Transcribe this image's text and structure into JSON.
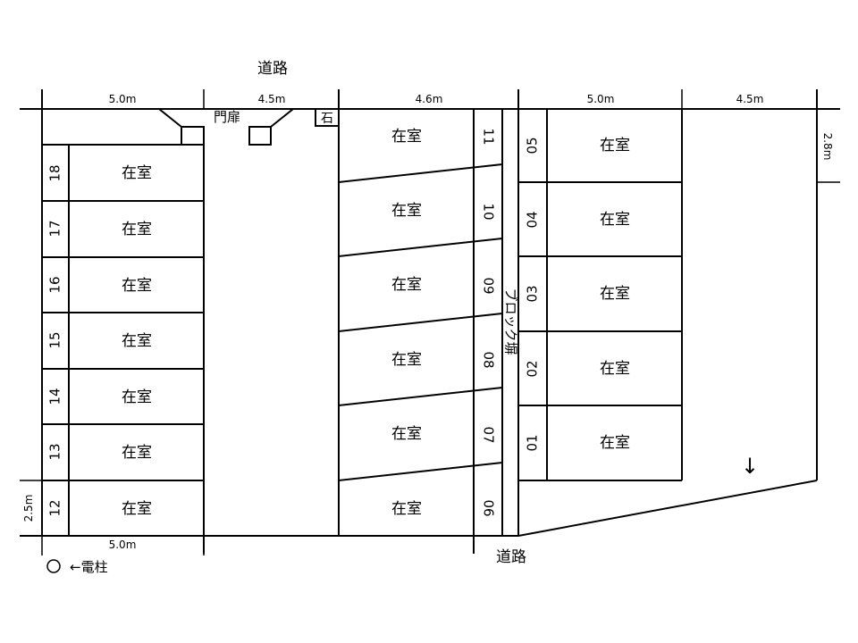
{
  "top_road": "道路",
  "bottom_road": "道路",
  "gate": "門扉",
  "stone": "石",
  "block_wall": "ブロック塀",
  "pole": "←電柱",
  "arrow": "↓",
  "dims": {
    "top_left": "5.0m",
    "top_gate": "4.5m",
    "top_mid": "4.6m",
    "top_right": "5.0m",
    "top_far_right": "4.5m",
    "right_side": "2.8m",
    "left_side": "2.5m",
    "bottom_left": "5.0m"
  },
  "occupied": "在室",
  "left_column": [
    {
      "no": "18",
      "status": "在室"
    },
    {
      "no": "17",
      "status": "在室"
    },
    {
      "no": "16",
      "status": "在室"
    },
    {
      "no": "15",
      "status": "在室"
    },
    {
      "no": "14",
      "status": "在室"
    },
    {
      "no": "13",
      "status": "在室"
    },
    {
      "no": "12",
      "status": "在室"
    }
  ],
  "middle_column": [
    {
      "no": "11",
      "status": "在室"
    },
    {
      "no": "10",
      "status": "在室"
    },
    {
      "no": "09",
      "status": "在室"
    },
    {
      "no": "08",
      "status": "在室"
    },
    {
      "no": "07",
      "status": "在室"
    },
    {
      "no": "06",
      "status": "在室"
    }
  ],
  "right_column": [
    {
      "no": "05",
      "status": "在室"
    },
    {
      "no": "04",
      "status": "在室"
    },
    {
      "no": "03",
      "status": "在室"
    },
    {
      "no": "02",
      "status": "在室"
    },
    {
      "no": "01",
      "status": "在室"
    }
  ]
}
